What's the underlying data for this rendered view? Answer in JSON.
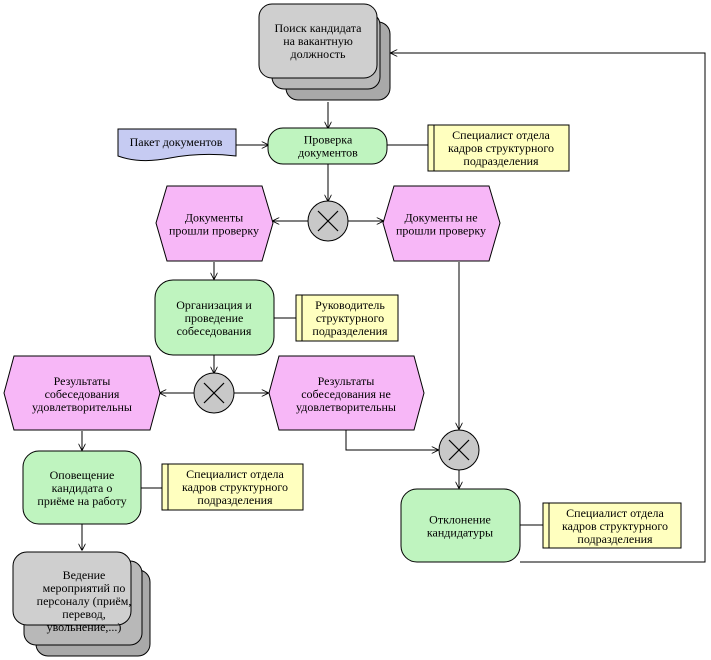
{
  "diagram": {
    "colors": {
      "event": "#f7b7f7",
      "function": "#bff4bf",
      "interface": "#c8c8c8",
      "document": "#c6cbf2",
      "org_unit": "#ffffbf",
      "operator": "#c8c8c8",
      "line": "#000000"
    },
    "nodes": {
      "start": {
        "lines": [
          "Поиск кандидата",
          "на вакантную",
          "должность"
        ]
      },
      "package": {
        "lines": [
          "Пакет документов"
        ]
      },
      "check": {
        "lines": [
          "Проверка",
          "документов"
        ]
      },
      "org1": {
        "lines": [
          "Специалист отдела",
          "кадров структурного",
          "подразделения"
        ]
      },
      "xor1": {
        "symbol": "×"
      },
      "docs_ok": {
        "lines": [
          "Документы",
          "прошли проверку"
        ]
      },
      "docs_bad": {
        "lines": [
          "Документы не",
          "прошли проверку"
        ]
      },
      "interview": {
        "lines": [
          "Организация и",
          "проведение",
          "собеседования"
        ]
      },
      "org2": {
        "lines": [
          "Руководитель",
          "структурного",
          "подразделения"
        ]
      },
      "xor2": {
        "symbol": "×"
      },
      "res_ok": {
        "lines": [
          "Результаты",
          "собеседования",
          "удовлетворительны"
        ]
      },
      "res_bad": {
        "lines": [
          "Результаты",
          "собеседования не",
          "удовлетворительны"
        ]
      },
      "notify": {
        "lines": [
          "Оповещение",
          "кандидата о",
          "приёме на работу"
        ]
      },
      "org3": {
        "lines": [
          "Специалист отдела",
          "кадров структурного",
          "подразделения"
        ]
      },
      "xor3": {
        "symbol": "×"
      },
      "reject": {
        "lines": [
          "Отклонение",
          "кандидатуры"
        ]
      },
      "org4": {
        "lines": [
          "Специалист отдела",
          "кадров структурного",
          "подразделения"
        ]
      },
      "hr": {
        "lines": [
          "Ведение",
          "мероприятий по",
          "персоналу (приём,",
          "перевод,",
          "увольнение,...)"
        ]
      }
    }
  }
}
